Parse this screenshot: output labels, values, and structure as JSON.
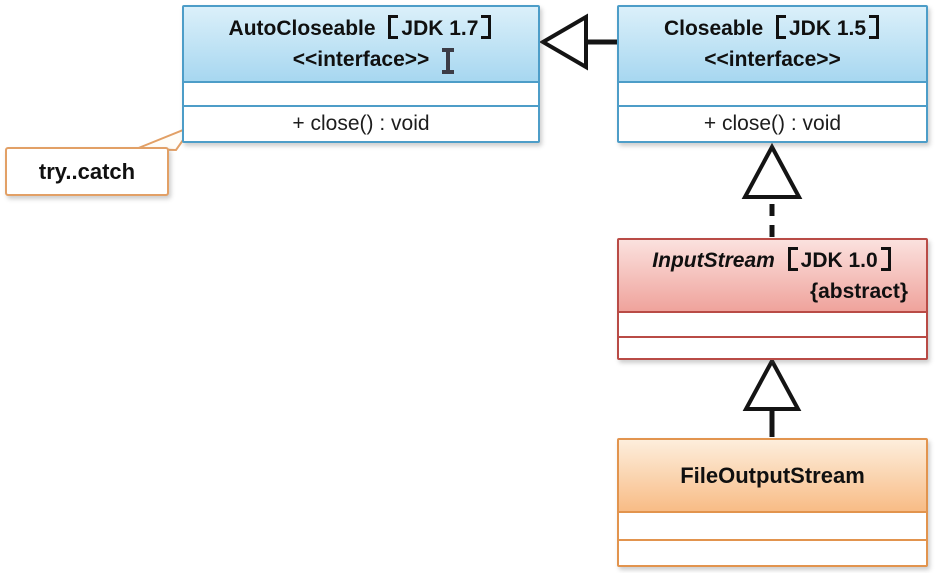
{
  "diagram": {
    "background_color": "#ffffff",
    "classes": [
      {
        "name": "AutoCloseable",
        "jdk_version": "JDK 1.7",
        "title_full": "AutoCloseable 【JDK 1.7】",
        "stereotype": "<<interface>>",
        "attributes_section": "",
        "methods_section": "+ close() : void",
        "theme": {
          "border": "#4d9dc8",
          "header_top": "#dbf0fa",
          "header_bottom": "#a7d7f0"
        }
      },
      {
        "name": "Closeable",
        "jdk_version": "JDK 1.5",
        "title_full": "Closeable 【JDK 1.5】",
        "stereotype": "<<interface>>",
        "attributes_section": "",
        "methods_section": "+ close() : void",
        "theme": {
          "border": "#4d9dc8",
          "header_top": "#dbf0fa",
          "header_bottom": "#a7d7f0"
        }
      },
      {
        "name": "InputStream",
        "jdk_version": "JDK 1.0",
        "title_full": "InputStream 【JDK 1.0】",
        "modifier": "{abstract}",
        "attributes_section": "",
        "methods_section": "",
        "theme": {
          "border": "#b94b46",
          "header_top": "#fbe1de",
          "header_bottom": "#efa39c"
        }
      },
      {
        "name": "FileOutputStream",
        "title_full": "FileOutputStream",
        "attributes_section": "",
        "methods_section": "",
        "theme": {
          "border": "#e2944e",
          "header_top": "#fdeedc",
          "header_bottom": "#f8bc86"
        }
      }
    ],
    "note": {
      "text": "try..catch",
      "border_color": "#e2a066"
    },
    "relations": [
      {
        "type": "generalization",
        "from": "Closeable",
        "to": "AutoCloseable",
        "line": "solid",
        "arrowhead": "hollow-triangle"
      },
      {
        "type": "realization",
        "from": "InputStream",
        "to": "Closeable",
        "line": "dashed",
        "arrowhead": "hollow-triangle"
      },
      {
        "type": "generalization",
        "from": "FileOutputStream",
        "to": "InputStream",
        "line": "solid",
        "arrowhead": "hollow-triangle"
      }
    ],
    "arrow_color": "#141414"
  }
}
